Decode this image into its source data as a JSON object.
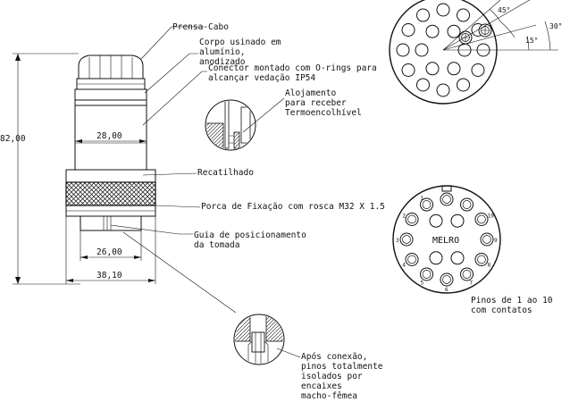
{
  "callouts": {
    "prensa_cabo": "Prensa-Cabo",
    "corpo_1": "Corpo usinado em",
    "corpo_2": "alumínio,",
    "corpo_3": "anodizado",
    "conector_1": "Conector montado com O-rings para",
    "conector_2": "alcançar vedação IP54",
    "alojamento_1": "Alojamento",
    "alojamento_2": "para receber",
    "alojamento_3": "Termoencolhível",
    "recatilhado": "Recatilhado",
    "porca": "Porca de Fixação com rosca M32 X 1.5",
    "guia_1": "Guia de posicionamento",
    "guia_2": "da tomada",
    "apos_1": "Após conexão,",
    "apos_2": "pinos totalmente",
    "apos_3": "isolados por",
    "apos_4": "encaixes",
    "apos_5": "macho-fêmea",
    "pinos_1": "Pinos de 1 ao 10",
    "pinos_2": "com contatos"
  },
  "dimensions": {
    "height": "82,00",
    "d28": "28,00",
    "d26": "26,00",
    "d38": "38,10"
  },
  "angles": {
    "a45": "45°",
    "a30": "30°",
    "a15": "15°"
  },
  "brand": "MELRO",
  "pin_numbers": [
    "1",
    "2",
    "3",
    "4",
    "5",
    "6",
    "7",
    "8",
    "9",
    "10"
  ]
}
